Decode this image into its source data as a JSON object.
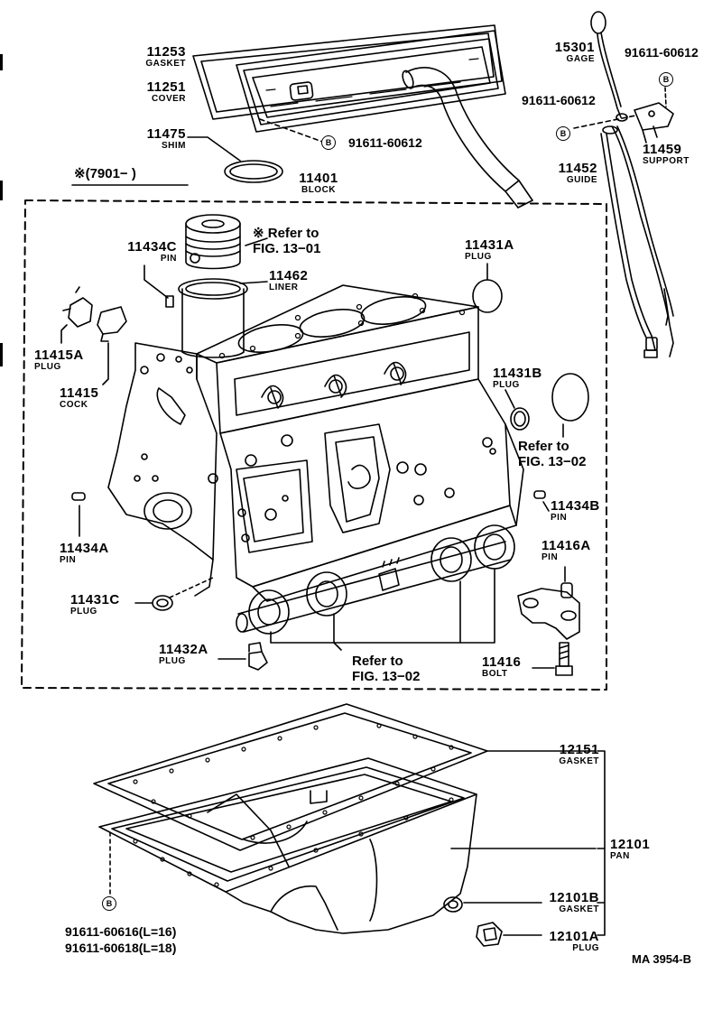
{
  "parts": {
    "p11253": {
      "number": "11253",
      "name": "GASKET"
    },
    "p11251": {
      "number": "11251",
      "name": "COVER"
    },
    "p11475": {
      "number": "11475",
      "name": "SHIM"
    },
    "p11401": {
      "number": "11401",
      "name": "BLOCK"
    },
    "p15301": {
      "number": "15301",
      "name": "GAGE"
    },
    "p11459": {
      "number": "11459",
      "name": "SUPPORT"
    },
    "p11452": {
      "number": "11452",
      "name": "GUIDE"
    },
    "p11434C": {
      "number": "11434C",
      "name": "PIN"
    },
    "p11462": {
      "number": "11462",
      "name": "LINER"
    },
    "p11431A": {
      "number": "11431A",
      "name": "PLUG"
    },
    "p11415A": {
      "number": "11415A",
      "name": "PLUG"
    },
    "p11415": {
      "number": "11415",
      "name": "COCK"
    },
    "p11431B": {
      "number": "11431B",
      "name": "PLUG"
    },
    "p11434A": {
      "number": "11434A",
      "name": "PIN"
    },
    "p11434B": {
      "number": "11434B",
      "name": "PIN"
    },
    "p11416A": {
      "number": "11416A",
      "name": "PIN"
    },
    "p11431C": {
      "number": "11431C",
      "name": "PLUG"
    },
    "p11432A": {
      "number": "11432A",
      "name": "PLUG"
    },
    "p11416": {
      "number": "11416",
      "name": "BOLT"
    },
    "p12151": {
      "number": "12151",
      "name": "GASKET"
    },
    "p12101": {
      "number": "12101",
      "name": "PAN"
    },
    "p12101B": {
      "number": "12101B",
      "name": "GASKET"
    },
    "p12101A": {
      "number": "12101A",
      "name": "PLUG"
    }
  },
  "bolts": {
    "b_cover": "91611-60612",
    "b_support_top": "91611-60612",
    "b_support_left": "91611-60612",
    "b_pan_1": "91611-60616(L=16)",
    "b_pan_2": "91611-60618(L=18)",
    "badge_letter": "B"
  },
  "refs": {
    "fig1301": "※ Refer to\nFIG. 13−01",
    "fig1302_right": "Refer to\nFIG. 13−02",
    "fig1302_bottom": "Refer to\nFIG. 13−02"
  },
  "serial_note": "※(7901−        )",
  "diagram_code": "MA 3954-B"
}
